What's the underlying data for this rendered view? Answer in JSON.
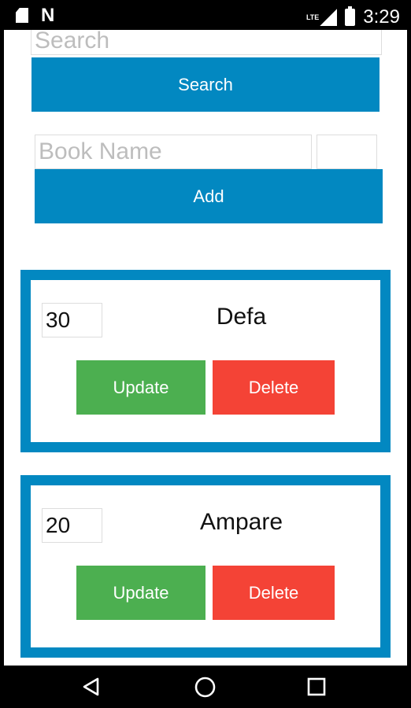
{
  "status_bar": {
    "network_badge": "LTE",
    "time": "3:29"
  },
  "search": {
    "placeholder": "Search",
    "value": "",
    "button_label": "Search"
  },
  "add_form": {
    "book_name_placeholder": "Book Name",
    "book_name_value": "",
    "quantity_value": "",
    "button_label": "Add"
  },
  "books": [
    {
      "quantity": "30",
      "name": "Defa",
      "update_label": "Update",
      "delete_label": "Delete"
    },
    {
      "quantity": "20",
      "name": "Ampare",
      "update_label": "Update",
      "delete_label": "Delete"
    }
  ],
  "colors": {
    "primary": "#0288c1",
    "update": "#4caf50",
    "delete": "#f44336"
  },
  "icons": {
    "status_left": [
      "sd-card-icon",
      "n-notification-icon"
    ],
    "status_right": [
      "signal-icon",
      "battery-icon"
    ],
    "nav": [
      "back-icon",
      "home-icon",
      "recents-icon"
    ]
  }
}
